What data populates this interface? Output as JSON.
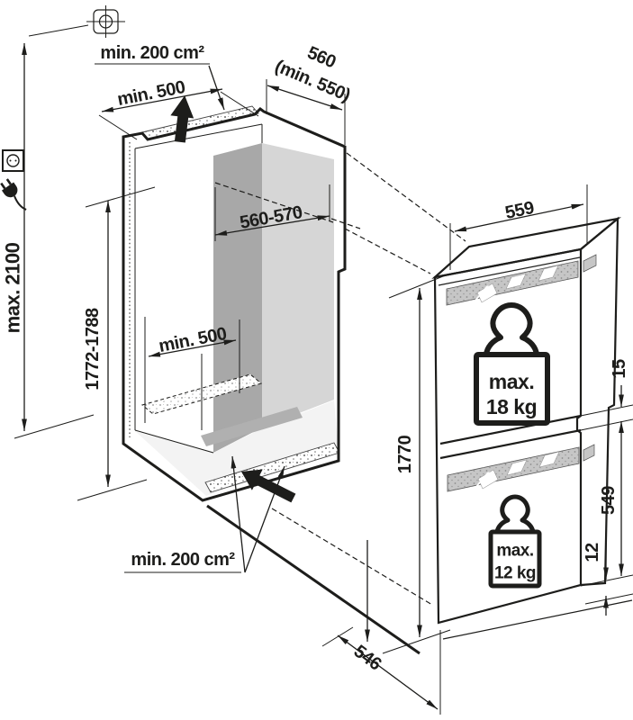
{
  "diagram": {
    "title": "built-in appliance niche installation dimensions",
    "labels": {
      "top_vent_area": "min. 200 cm²",
      "top_rear_clearance": "min. 500",
      "niche_depth": "560",
      "niche_depth_min": "(min. 550)",
      "niche_width": "560-570",
      "max_overall_height": "max. 2100",
      "niche_height": "1772-1788",
      "base_clearance": "min. 500",
      "bottom_vent_area": "min. 200 cm²",
      "appliance_width": "559",
      "appliance_height": "1770",
      "appliance_depth": "546",
      "upper_door_max_load_prefix": "max.",
      "upper_door_max_load": "18 kg",
      "lower_door_max_load_prefix": "max.",
      "lower_door_max_load": "12 kg",
      "door_gap": "15",
      "lower_door_height": "549",
      "bottom_gap": "12"
    },
    "icons": {
      "fixing_point": "crosshair-target-icon",
      "power_outlet": "power-outlet-icon",
      "power_plug": "power-plug-icon",
      "airflow_top": "airflow-up-arrow",
      "airflow_bottom": "airflow-in-arrow",
      "upper_weight": "weight-18kg-icon",
      "lower_weight": "weight-12kg-icon"
    },
    "colors": {
      "line": "#1d1d1b",
      "interior_wall": "#a8a8a8",
      "interior_back": "#d6d6d6",
      "floor": "#f3f3f3",
      "vent_rail": "#b0b0b0",
      "grille": "#c6c6c6"
    }
  }
}
